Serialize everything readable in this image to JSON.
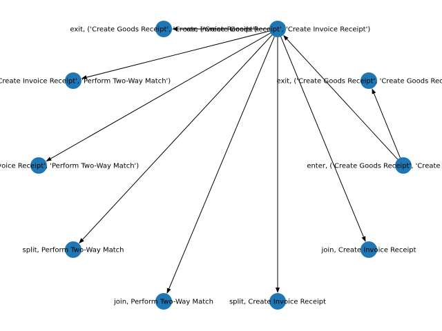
{
  "diagram": {
    "node_color": "#1f77b4",
    "edge_color": "#000000",
    "nodes": [
      {
        "id": "xor",
        "label": "xor, ('Create Goods Receipt', 'Create Invoice Receipt')"
      },
      {
        "id": "exit_cgr",
        "label": "exit, ('Create Goods Receipt', 'Create Invoice Receipt')"
      },
      {
        "id": "enter_cgr",
        "label": "enter, ('Create Goods Receipt', 'Create Invoice Receipt')"
      },
      {
        "id": "exit_cir",
        "label": "exit, ('Create Invoice Receipt', 'Perform Two-Way Match')"
      },
      {
        "id": "enter_cir",
        "label": "enter, ('Create Invoice Receipt', 'Perform Two-Way Match')"
      },
      {
        "id": "split_ptm",
        "label": "split, Perform Two-Way Match"
      },
      {
        "id": "join_ptm",
        "label": "join, Perform Two-Way Match"
      },
      {
        "id": "split_cir",
        "label": "split, Create Invoice Receipt"
      },
      {
        "id": "join_cir",
        "label": "join, Create Invoice Receipt"
      },
      {
        "id": "exit_cgr2",
        "label": "exit, ('Create Goods Receipt', 'Create Goods Receipt')"
      }
    ],
    "edges": [
      {
        "from": "xor",
        "to": "exit_cgr"
      },
      {
        "from": "xor",
        "to": "exit_cir"
      },
      {
        "from": "xor",
        "to": "enter_cir"
      },
      {
        "from": "xor",
        "to": "split_ptm"
      },
      {
        "from": "xor",
        "to": "join_ptm"
      },
      {
        "from": "xor",
        "to": "split_cir"
      },
      {
        "from": "xor",
        "to": "join_cir"
      },
      {
        "from": "enter_cgr",
        "to": "xor"
      },
      {
        "from": "enter_cgr",
        "to": "exit_cgr2"
      }
    ]
  }
}
